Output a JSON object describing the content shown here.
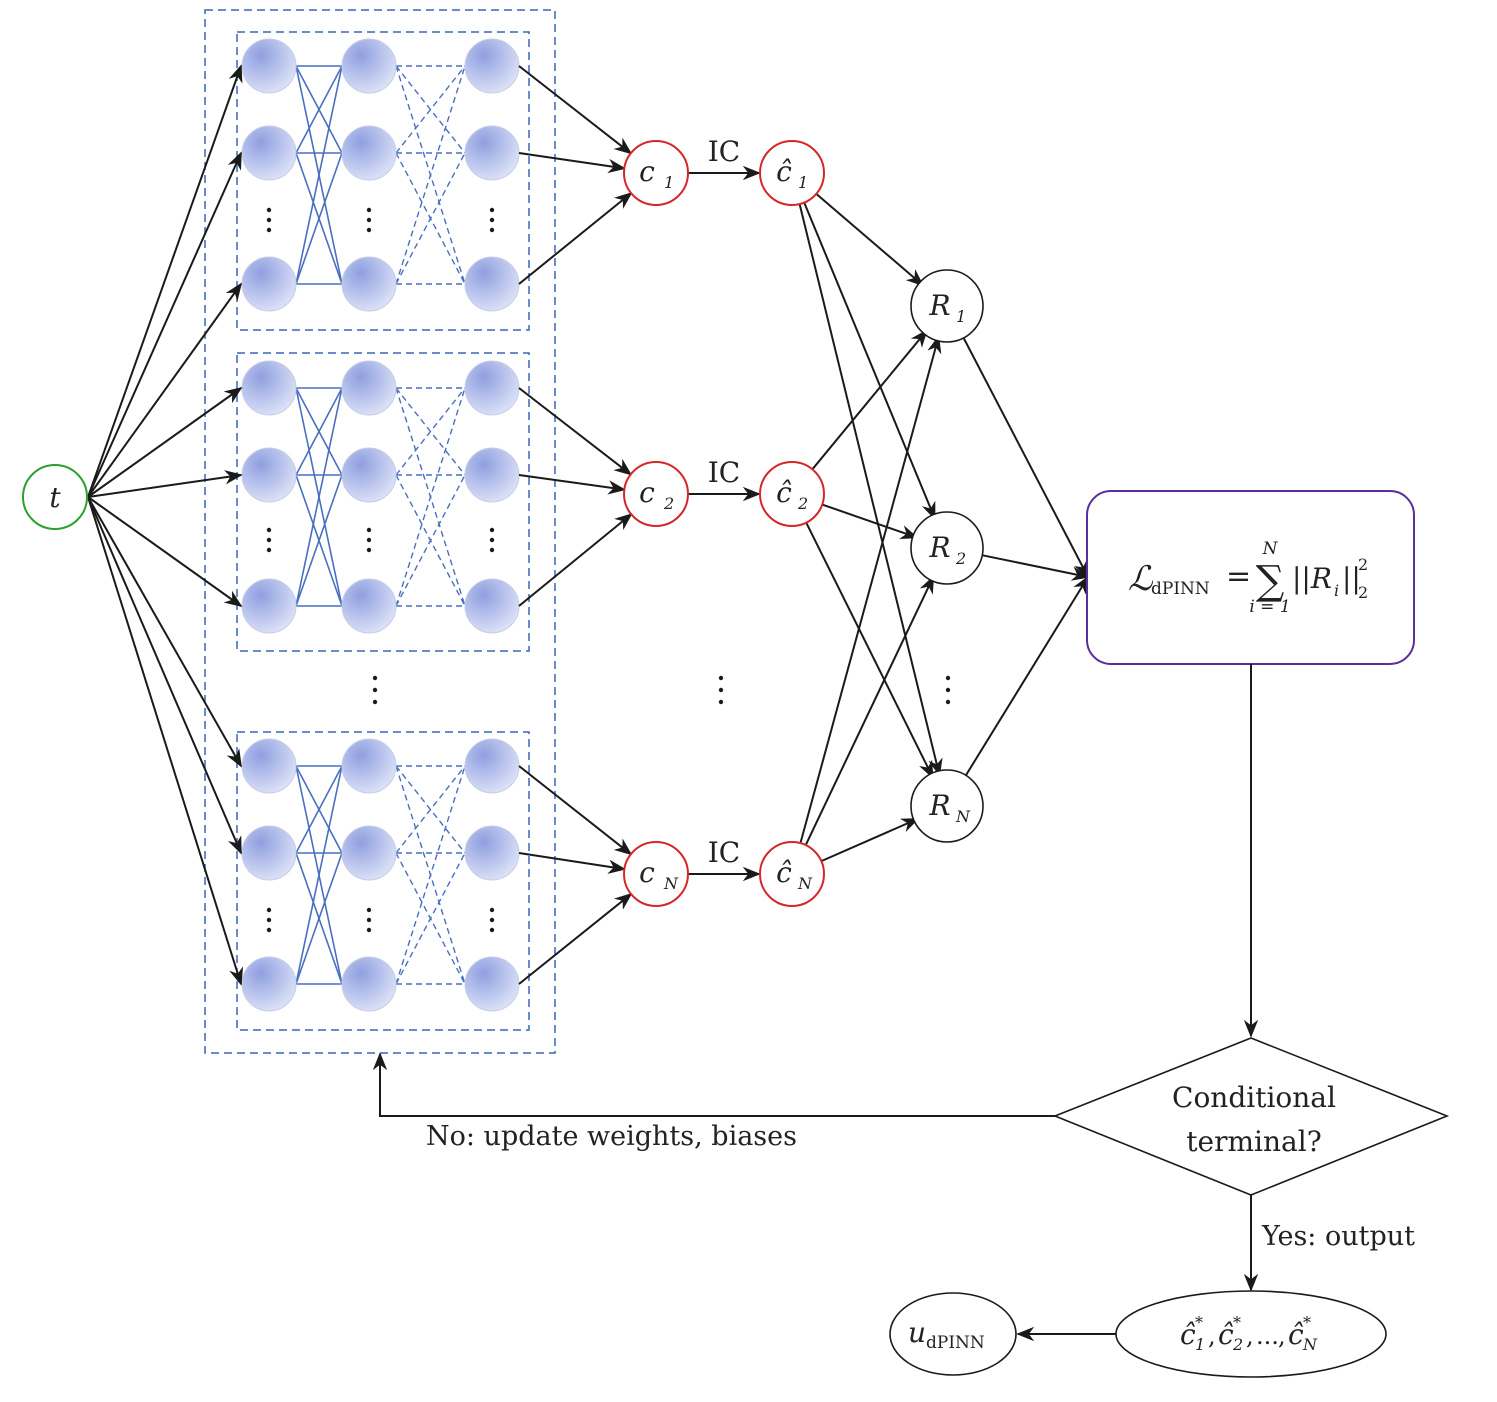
{
  "input": {
    "label": "t",
    "color": "#2ca02c"
  },
  "outputs": [
    {
      "c": "c",
      "sub": "1",
      "ch": "ĉ",
      "ch_sub": "1",
      "edge_label": "IC"
    },
    {
      "c": "c",
      "sub": "2",
      "ch": "ĉ",
      "ch_sub": "2",
      "edge_label": "IC"
    },
    {
      "c": "c",
      "sub": "N",
      "ch": "ĉ",
      "ch_sub": "N",
      "edge_label": "IC"
    }
  ],
  "residuals": [
    {
      "label": "R",
      "sub": "1"
    },
    {
      "label": "R",
      "sub": "2"
    },
    {
      "label": "R",
      "sub": "N"
    }
  ],
  "loss": {
    "lhs": "ℒ",
    "lhs_sub": "dPINN",
    "eq": "=",
    "sigma": "∑",
    "upper": "N",
    "lower": "i = 1",
    "body_open": "||R",
    "body_sub": "i",
    "body_close": "||",
    "pow": "2",
    "norm_sub": "2",
    "border_color": "#5b2d9e"
  },
  "decision": {
    "line1": "Conditional",
    "line2": "terminal?"
  },
  "no_label": "No: update weights, biases",
  "yes_label": "Yes: output",
  "final": {
    "label": "ĉ*₁,ĉ*₂,...,ĉ*ₙ",
    "parts": [
      {
        "base": "ĉ",
        "sup": "*",
        "sub": "1"
      },
      {
        "base": "ĉ",
        "sup": "*",
        "sub": "2"
      },
      {
        "base": "ĉ",
        "sup": "*",
        "sub": "N"
      }
    ],
    "ellipsis": "..."
  },
  "u_out": {
    "label": "u",
    "sub": "dPINN"
  },
  "colors": {
    "network_node": "#a9b4e6",
    "output_node": "#d62728",
    "wire": "#4a6fc0"
  }
}
